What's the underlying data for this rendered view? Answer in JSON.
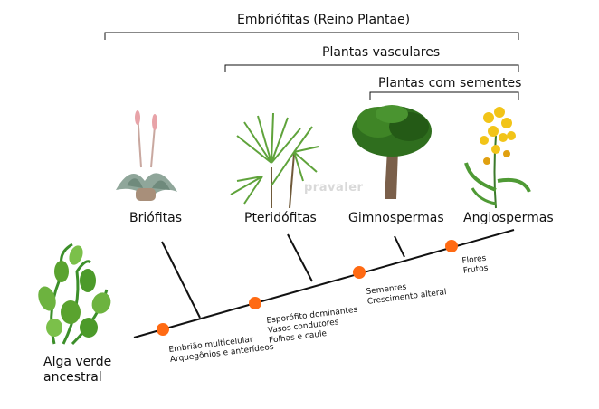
{
  "brackets": [
    {
      "label": "Embriófitas (Reino Plantae)"
    },
    {
      "label": "Plantas vasculares"
    },
    {
      "label": "Plantas com sementes"
    }
  ],
  "taxa": [
    "Briófitas",
    "Pteridófitas",
    "Gimnospermas",
    "Angiospermas"
  ],
  "ancestor": "Alga verde ancestral",
  "nodes": [
    {
      "traits": [
        "Embrião multicelular",
        "Arquegônios e anterídeos"
      ]
    },
    {
      "traits": [
        "Esporófito dominantes",
        "Vasos condutores",
        "Folhas e caule"
      ]
    },
    {
      "traits": [
        "Sementes",
        "Crescimento alteral"
      ]
    },
    {
      "traits": [
        "Flores",
        "Frutos"
      ]
    }
  ],
  "watermark": "pravaler",
  "colors": {
    "node": "#ff6a13",
    "line": "#111111",
    "leaf_green": "#5fa33b",
    "dark_green": "#2f6e1e",
    "flower": "#f2c418"
  }
}
